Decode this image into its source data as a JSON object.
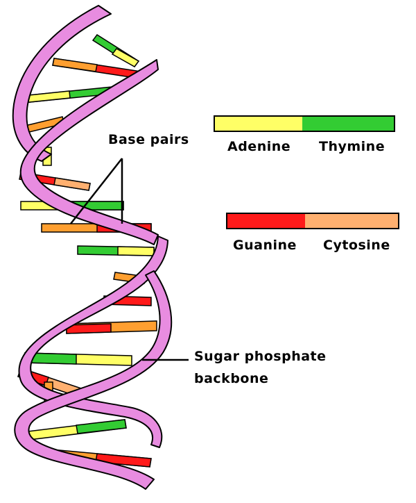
{
  "labels": {
    "base_pairs": "Base pairs",
    "backbone_line1": "Sugar phosphate",
    "backbone_line2": "backbone"
  },
  "legend": {
    "pair1": {
      "left": "Adenine",
      "right": "Thymine"
    },
    "pair2": {
      "left": "Guanine",
      "right": "Cytosine"
    }
  },
  "colors": {
    "backbone": "#e88ce0",
    "adenine": "#ffff66",
    "thymine": "#33cc33",
    "guanine": "#ff1a1a",
    "cytosine": "#ffb070"
  }
}
